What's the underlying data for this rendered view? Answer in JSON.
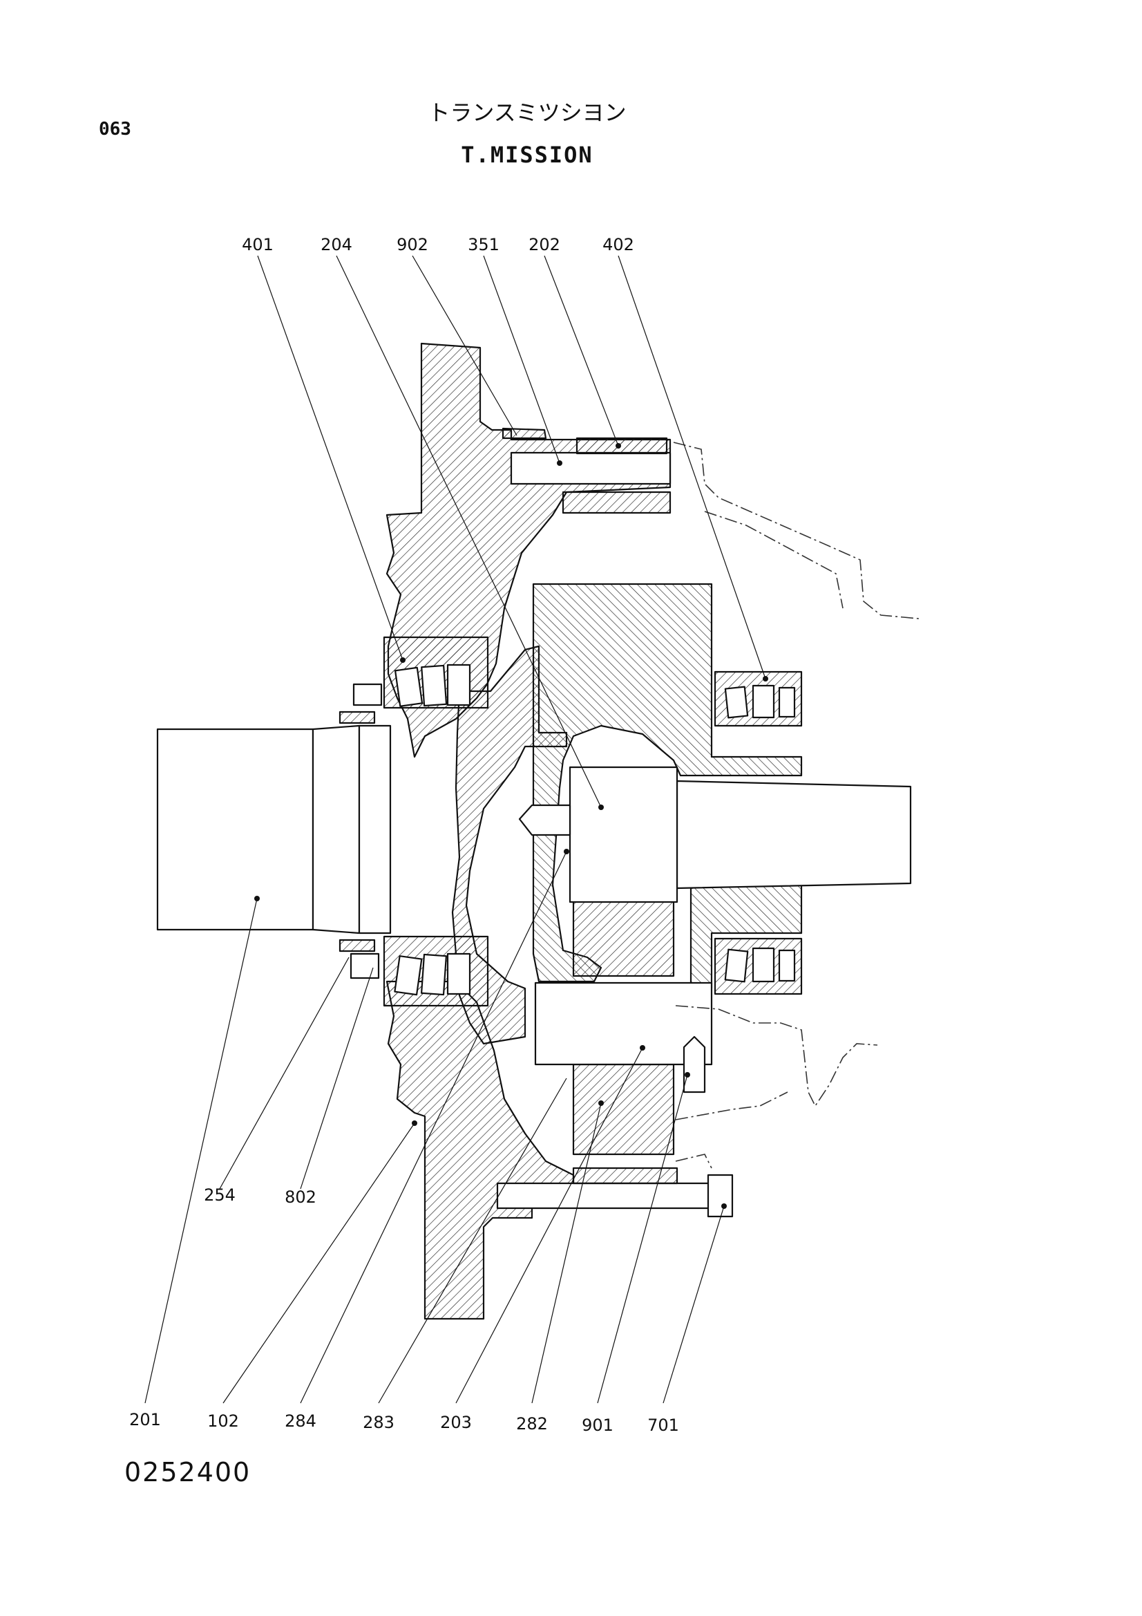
{
  "page_number": "063",
  "title_jp": "トランスミツシヨン",
  "title_en": "T.MISSION",
  "drawing_code": "0252400",
  "callouts_top": [
    "401",
    "204",
    "902",
    "351",
    "202",
    "402"
  ],
  "callouts_bottom": [
    "254",
    "802",
    "201",
    "102",
    "284",
    "283",
    "203",
    "282",
    "901",
    "701"
  ]
}
